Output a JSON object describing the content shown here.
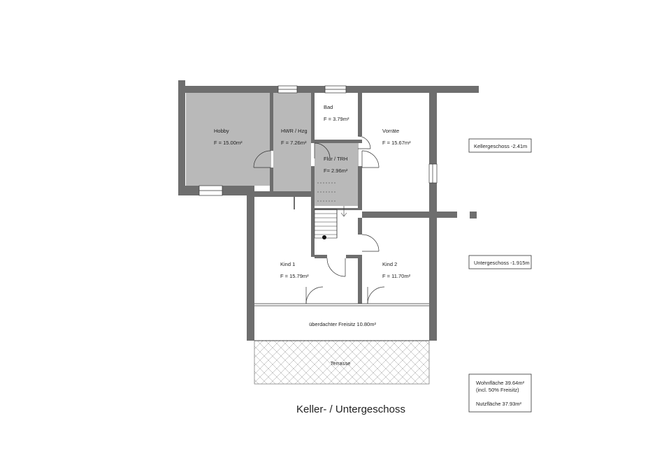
{
  "title": "Keller- / Untergeschoss",
  "rooms": {
    "hobby": {
      "name": "Hobby",
      "area": "F = 15.00m²"
    },
    "hwr": {
      "name": "HWR / Hzg",
      "area": "F = 7.26m²"
    },
    "bad": {
      "name": "Bad",
      "area": "F = 3.79m²"
    },
    "flur": {
      "name": "Flur / TRH",
      "area": "F= 2.96m²"
    },
    "vorraete": {
      "name": "Vorräte",
      "area": "F = 15.67m²"
    },
    "kind1": {
      "name": "Kind 1",
      "area": "F = 15.79m²"
    },
    "kind2": {
      "name": "Kind 2",
      "area": "F = 11.70m²"
    },
    "freisitz": {
      "name": "überdachter Freisitz 10.80m²"
    },
    "terrasse": {
      "name": "Terrasse"
    }
  },
  "levels": {
    "keller": "Kellergeschoss -2.41m",
    "unter": "Untergeschoss -1.915m"
  },
  "summary": {
    "wohnflaeche": "Wohnfläche 39.64m²",
    "incl": "(incl. 50% Freisitz)",
    "nutzflaeche": "Nutzfläche   37.93m²"
  },
  "colors": {
    "wall": "#6e6e6e",
    "room_fill": "#b9b9b9",
    "background": "#ffffff"
  }
}
